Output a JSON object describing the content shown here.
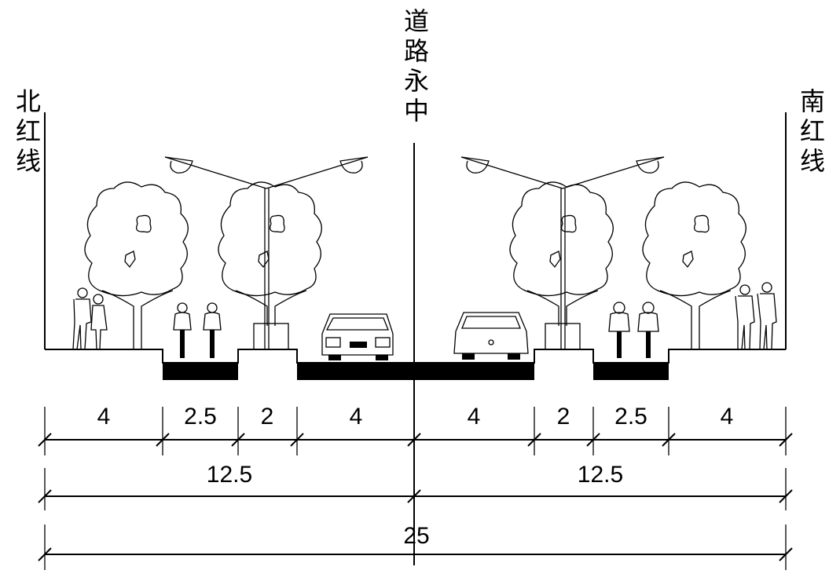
{
  "labels": {
    "centerline": [
      "道",
      "路",
      "永",
      "中"
    ],
    "north_red_line": [
      "北",
      "红",
      "线"
    ],
    "south_red_line": [
      "南",
      "红",
      "线"
    ]
  },
  "dimensions": {
    "row1": [
      "4",
      "2.5",
      "2",
      "4",
      "4",
      "2",
      "2.5",
      "4"
    ],
    "row2": [
      "12.5",
      "12.5"
    ],
    "row3": "25"
  }
}
